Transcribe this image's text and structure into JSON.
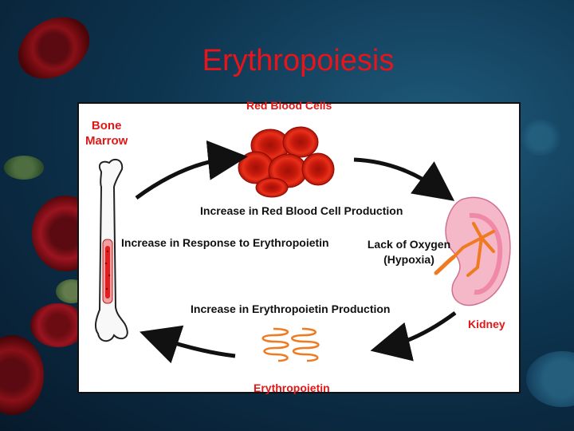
{
  "slide": {
    "title": "Erythropoiesis"
  },
  "diagram": {
    "nodes": {
      "bone_marrow": "Bone\nMarrow",
      "red_blood_cells": "Red Blood Cells",
      "kidney": "Kidney",
      "erythropoietin": "Erythropoietin"
    },
    "steps": {
      "rbc_production": "Increase in Red Blood Cell Production",
      "response_to_epo": "Increase in Response to Erythropoietin",
      "lack_of_oxygen": "Lack of Oxygen",
      "hypoxia": "(Hypoxia)",
      "epo_production": "Increase in Erythropoietin Production"
    },
    "colors": {
      "label_red": "#e01818",
      "cell_red": "#d42010",
      "kidney_pink": "#f5b8c8",
      "kidney_orange": "#f07a20"
    }
  }
}
